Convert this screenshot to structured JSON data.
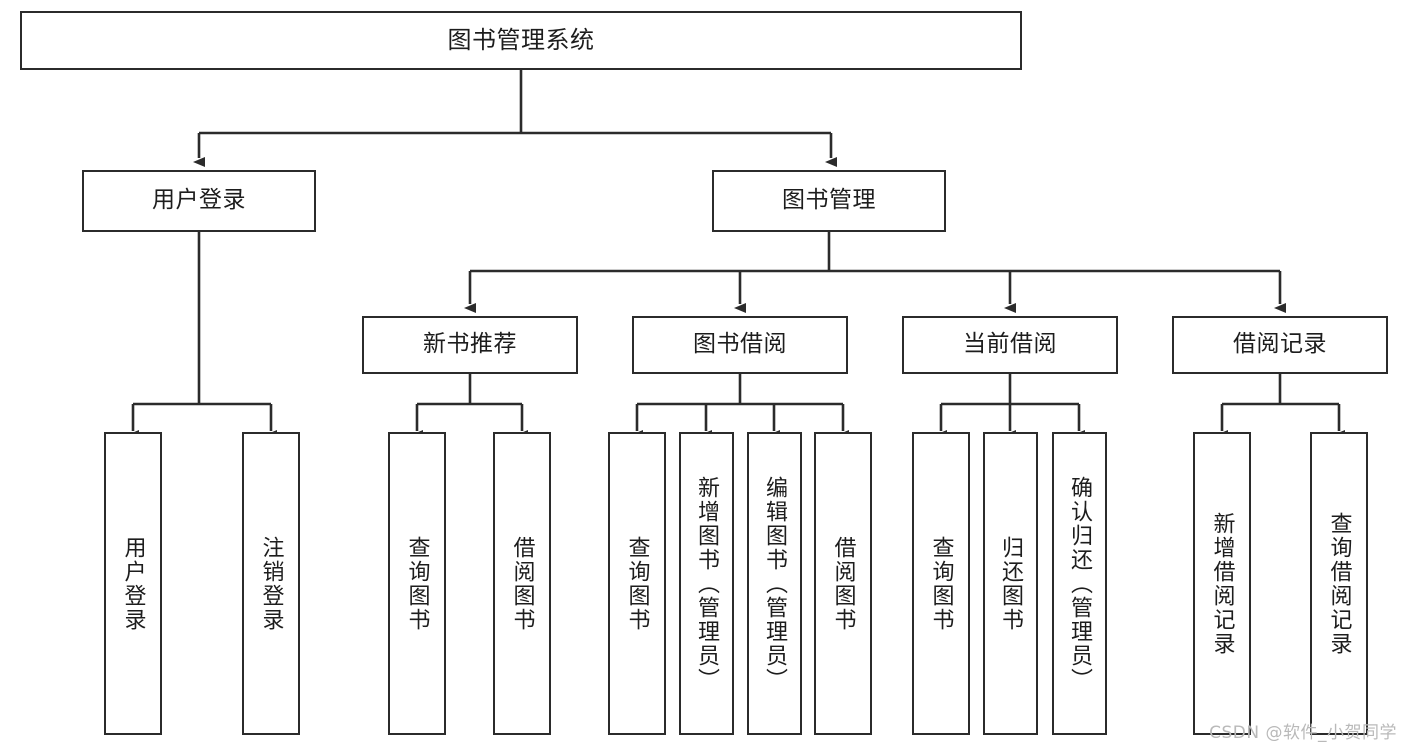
{
  "diagram": {
    "title": "图书管理系统",
    "type": "functional-structure-tree",
    "watermark": "CSDN @软件_小贺同学",
    "colors": {
      "background": "#ffffff",
      "box_border": "#2b2b2b",
      "box_fill": "#ffffff",
      "connector": "#2b2b2b",
      "text": "#1d1d1d",
      "watermark": "#b9b9b9"
    },
    "levels": {
      "level1": [
        {
          "id": "root",
          "label": "图书管理系统"
        }
      ],
      "level2": [
        {
          "id": "user-login",
          "label": "用户登录",
          "parent": "root"
        },
        {
          "id": "book-management",
          "label": "图书管理",
          "parent": "root"
        }
      ],
      "level3": [
        {
          "id": "new-book-recommend",
          "label": "新书推荐",
          "parent": "book-management"
        },
        {
          "id": "book-borrow",
          "label": "图书借阅",
          "parent": "book-management"
        },
        {
          "id": "current-borrow",
          "label": "当前借阅",
          "parent": "book-management"
        },
        {
          "id": "borrow-record",
          "label": "借阅记录",
          "parent": "book-management"
        }
      ],
      "level4": [
        {
          "id": "leaf-user-login",
          "label": "用户登录",
          "parent": "user-login"
        },
        {
          "id": "leaf-logout-login",
          "label": "注销登录",
          "parent": "user-login"
        },
        {
          "id": "leaf-query-book-1",
          "label": "查询图书",
          "parent": "new-book-recommend"
        },
        {
          "id": "leaf-borrow-book-1",
          "label": "借阅图书",
          "parent": "new-book-recommend"
        },
        {
          "id": "leaf-query-book-2",
          "label": "查询图书",
          "parent": "book-borrow"
        },
        {
          "id": "leaf-add-book",
          "label": "新增图书（管理员）",
          "parent": "book-borrow"
        },
        {
          "id": "leaf-edit-book",
          "label": "编辑图书（管理员）",
          "parent": "book-borrow"
        },
        {
          "id": "leaf-borrow-book-2",
          "label": "借阅图书",
          "parent": "book-borrow"
        },
        {
          "id": "leaf-query-book-3",
          "label": "查询图书",
          "parent": "current-borrow"
        },
        {
          "id": "leaf-return-book",
          "label": "归还图书",
          "parent": "current-borrow"
        },
        {
          "id": "leaf-confirm-return",
          "label": "确认归还（管理员）",
          "parent": "current-borrow"
        },
        {
          "id": "leaf-add-record",
          "label": "新增借阅记录",
          "parent": "borrow-record"
        },
        {
          "id": "leaf-query-record",
          "label": "查询借阅记录",
          "parent": "borrow-record"
        }
      ]
    }
  }
}
